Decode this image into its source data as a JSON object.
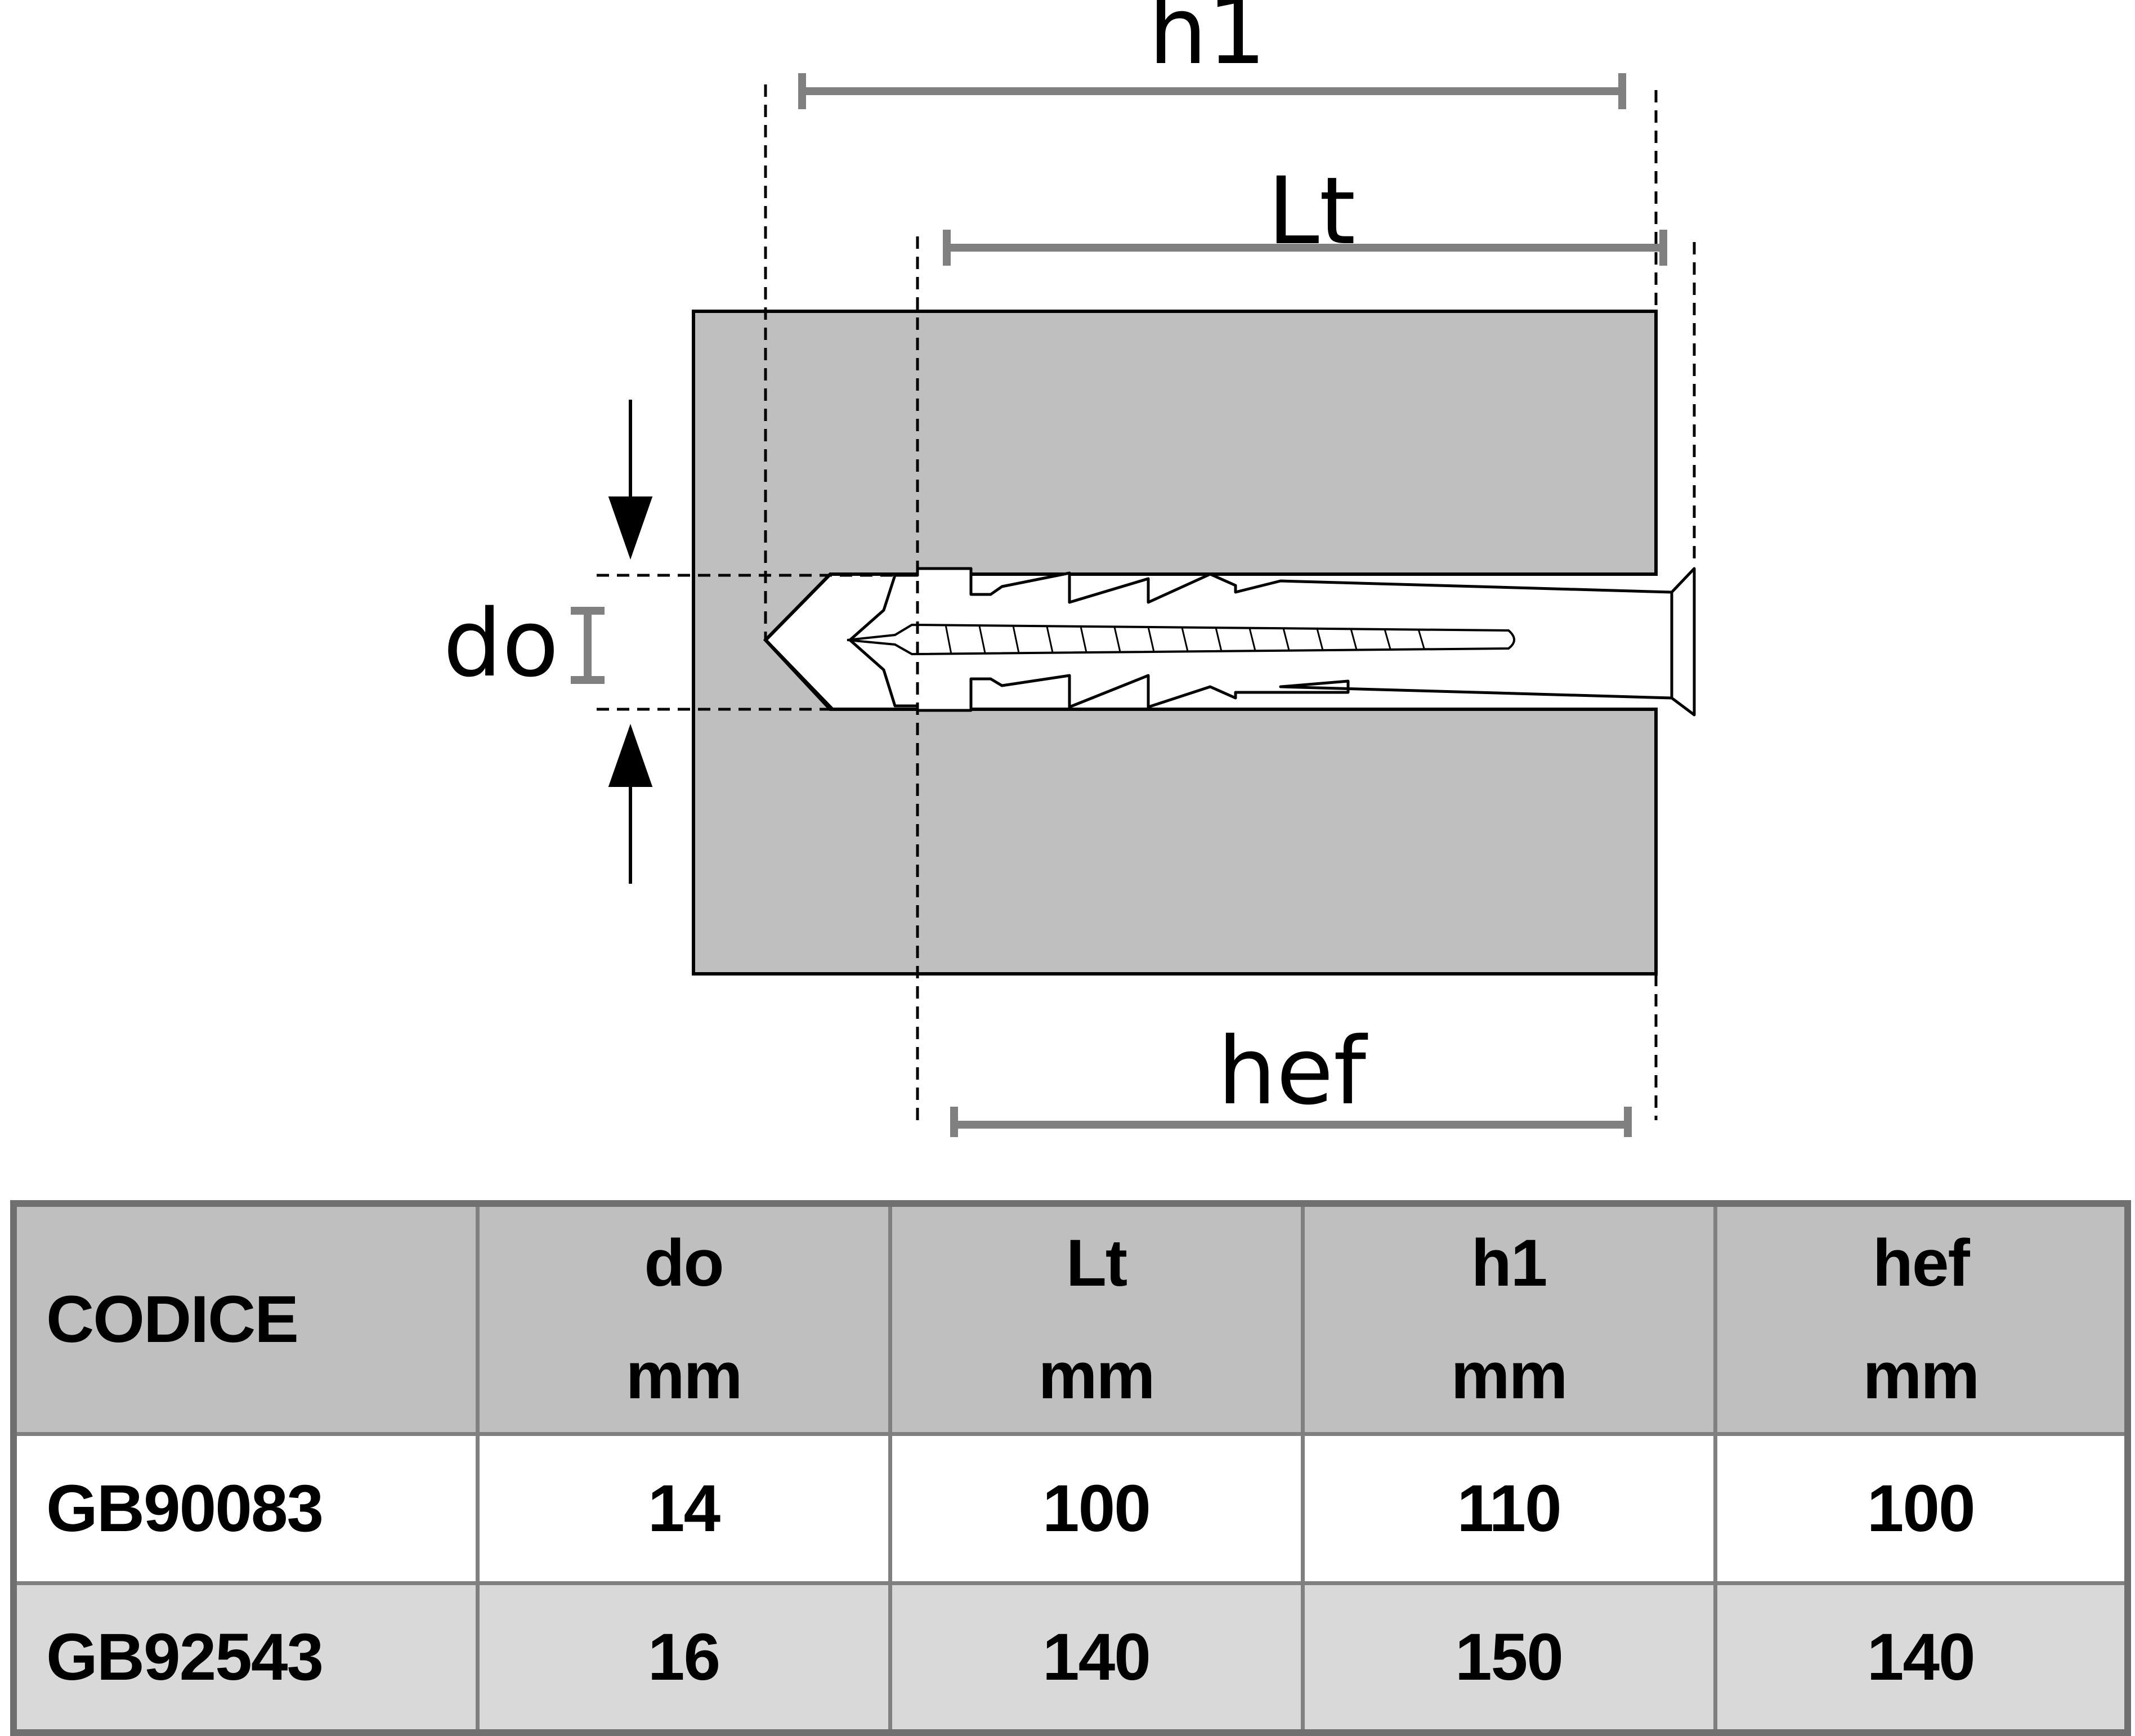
{
  "diagram": {
    "dimension_labels": {
      "h1": "h1",
      "Lt": "Lt",
      "hef": "hef",
      "do": "do"
    },
    "colors": {
      "material": "#bfbfbf",
      "dimension_line": "#808080",
      "outline": "#000000"
    }
  },
  "table": {
    "headers": [
      {
        "top": "CODICE",
        "bottom": ""
      },
      {
        "top": "do",
        "bottom": "mm"
      },
      {
        "top": "Lt",
        "bottom": "mm"
      },
      {
        "top": "h1",
        "bottom": "mm"
      },
      {
        "top": "hef",
        "bottom": "mm"
      }
    ],
    "rows": [
      [
        "GB90083",
        "14",
        "100",
        "110",
        "100"
      ],
      [
        "GB92543",
        "16",
        "140",
        "150",
        "140"
      ]
    ],
    "colors": {
      "header_bg": "#bfbfbf",
      "row_bg": "#ffffff",
      "row_alt_bg": "#d9d9d9",
      "border": "#808080"
    }
  }
}
